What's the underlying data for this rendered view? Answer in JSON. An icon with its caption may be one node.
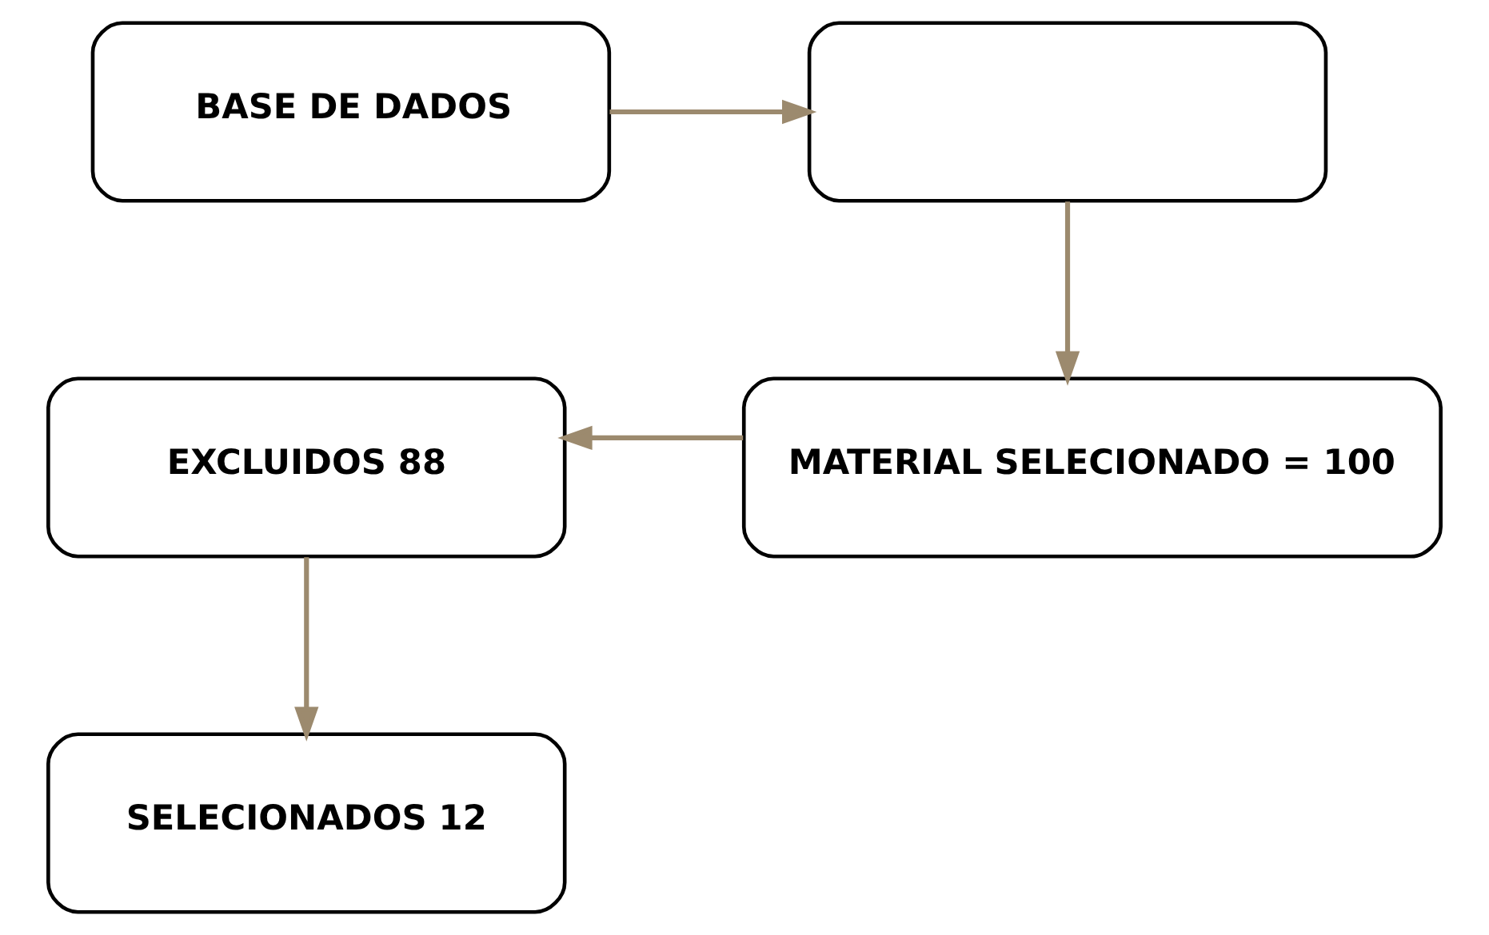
{
  "diagram": {
    "nodes": [
      {
        "text": [
          "BASE DE DADOS"
        ]
      },
      {
        "text": [],
        "shape": "box"
      },
      {
        "text": [
          "MATERIAL SELECIONADO = 100"
        ]
      },
      {
        "text": [
          "EXCLUIDOS 88"
        ]
      },
      {
        "text": [
          "SELECIONADOS 12"
        ]
      }
    ],
    "edges": [
      {
        "from": 0,
        "to": 1,
        "arrow": "to"
      },
      {
        "from": 1,
        "to": 2,
        "arrow": "to"
      },
      {
        "from": 2,
        "to": 3,
        "arrow": "to"
      },
      {
        "from": 3,
        "to": 4,
        "arrow": "to"
      }
    ]
  }
}
